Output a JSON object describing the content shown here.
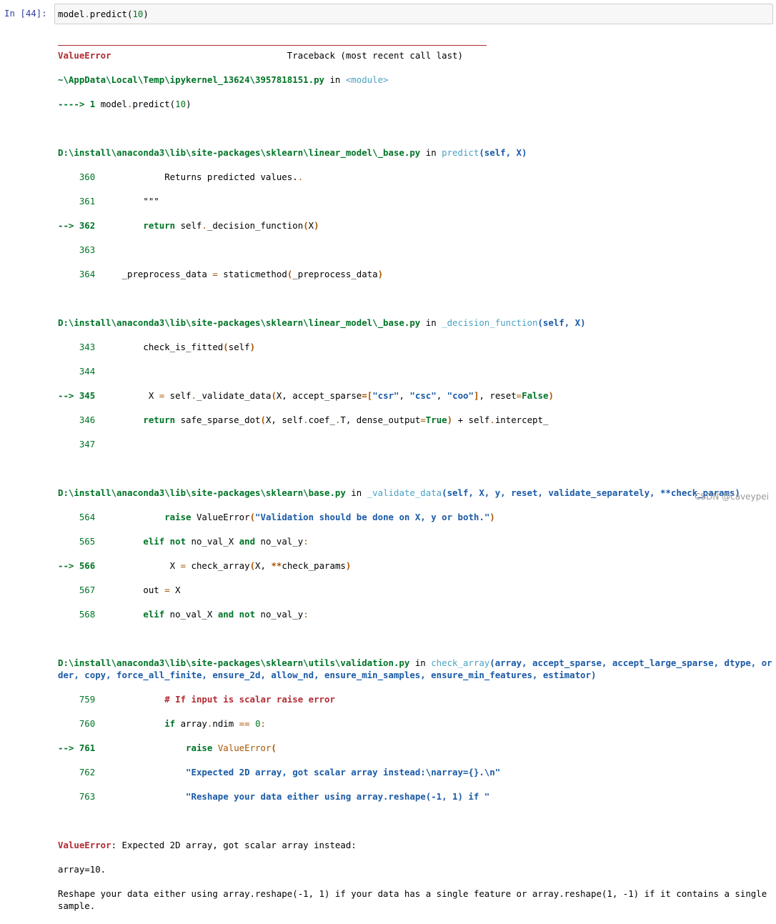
{
  "cell": {
    "prompt": "In  [44]:",
    "code_name": "model",
    "code_dot": ".",
    "code_call": "predict(",
    "code_arg": "10",
    "code_close": ")"
  },
  "traceback": {
    "error_name": "ValueError",
    "header_pad": "                                 ",
    "header_text": "Traceback (most recent call last)",
    "module_file": "~\\AppData\\Local\\Temp\\ipykernel_13624\\3957818151.py",
    "module_in": " in ",
    "module_fn": "<module>",
    "module_arrow": "----> 1 ",
    "module_code_a": "model",
    "module_code_b": ".",
    "module_code_c": "predict(",
    "module_code_d": "10",
    "module_code_e": ")",
    "frame1": {
      "file": "D:\\install\\anaconda3\\lib\\site-packages\\sklearn\\linear_model\\_base.py",
      "fn": "predict",
      "args": "(self, X)",
      "l360_no": "    360",
      "l360": "             Returns predicted values.",
      "l360_dot": ".",
      "l361_no": "    361",
      "l361": "         \"\"\"",
      "l362_arrow": "--> 362",
      "l362_kw": "return",
      "l362_rest_a": " self",
      "l362_rest_b": ".",
      "l362_rest_c": "_decision_function",
      "l362_rest_d": "(",
      "l362_rest_e": "X",
      "l362_rest_f": ")",
      "l363_no": "    363",
      "l364_no": "    364",
      "l364_a": "_preprocess_data ",
      "l364_b": "=",
      "l364_c": " staticmethod",
      "l364_d": "(",
      "l364_e": "_preprocess_data",
      "l364_f": ")"
    },
    "frame2": {
      "file": "D:\\install\\anaconda3\\lib\\site-packages\\sklearn\\linear_model\\_base.py",
      "fn": "_decision_function",
      "args": "(self, X)",
      "l343_no": "    343",
      "l343_a": "check_is_fitted",
      "l343_b": "(",
      "l343_c": "self",
      "l343_d": ")",
      "l344_no": "    344",
      "l345_arrow": "--> 345",
      "l345_a": "X ",
      "l345_b": "=",
      "l345_c": " self",
      "l345_d": ".",
      "l345_e": "_validate_data",
      "l345_f": "(",
      "l345_g": "X, accept_sparse",
      "l345_h": "=[",
      "l345_s1": "\"csr\"",
      "l345_c1": ", ",
      "l345_s2": "\"csc\"",
      "l345_c2": ", ",
      "l345_s3": "\"coo\"",
      "l345_i": "]",
      "l345_j": ", reset",
      "l345_k": "=",
      "l345_l": "False",
      "l345_m": ")",
      "l346_no": "    346",
      "l346_kw": "return",
      "l346_a": " safe_sparse_dot",
      "l346_b": "(",
      "l346_c": "X, self",
      "l346_d": ".",
      "l346_e": "coef_",
      "l346_f": ".",
      "l346_g": "T, dense_output",
      "l346_h": "=",
      "l346_i": "True",
      "l346_j": ")",
      "l346_k": " + ",
      "l346_l": "self",
      "l346_m": ".",
      "l346_n": "intercept_",
      "l347_no": "    347"
    },
    "frame3": {
      "file": "D:\\install\\anaconda3\\lib\\site-packages\\sklearn\\base.py",
      "fn": "_validate_data",
      "args": "(self, X, y, reset, validate_separately, **check_params)",
      "l564_no": "    564",
      "l564_kw": "raise",
      "l564_a": " ValueError",
      "l564_b": "(",
      "l564_s": "\"Validation should be done on X, y or both.\"",
      "l564_c": ")",
      "l565_no": "    565",
      "l565_kw1": "elif",
      "l565_kw2": " not",
      "l565_a": " no_val_X ",
      "l565_kw3": "and",
      "l565_b": " no_val_y",
      "l565_c": ":",
      "l566_arrow": "--> 566",
      "l566_a": "X ",
      "l566_b": "=",
      "l566_c": " check_array",
      "l566_d": "(",
      "l566_e": "X, ",
      "l566_f": "**",
      "l566_g": "check_params",
      "l566_h": ")",
      "l567_no": "    567",
      "l567_a": "out ",
      "l567_b": "=",
      "l567_c": " X",
      "l568_no": "    568",
      "l568_kw1": "elif",
      "l568_a": " no_val_X ",
      "l568_kw2": "and",
      "l568_kw3": " not",
      "l568_b": " no_val_y",
      "l568_c": ":"
    },
    "frame4": {
      "file": "D:\\install\\anaconda3\\lib\\site-packages\\sklearn\\utils\\validation.py",
      "fn": "check_array",
      "args": "(array, accept_sparse, accept_large_sparse, dtype, order, copy, force_all_finite, ensure_2d, allow_nd, ensure_min_samples, ensure_min_features, estimator)",
      "l759_no": "    759",
      "l759_c": "# If input is scalar raise error",
      "l760_no": "    760",
      "l760_kw": "if",
      "l760_a": " array",
      "l760_b": ".",
      "l760_c": "ndim ",
      "l760_d": "==",
      "l760_e": " ",
      "l760_f": "0",
      "l760_g": ":",
      "l761_arrow": "--> 761",
      "l761_kw": "raise",
      "l761_a": " ValueError",
      "l761_b": "(",
      "l762_no": "    762",
      "l762_s": "\"Expected 2D array, got scalar array instead:\\narray={}.\\n\"",
      "l763_no": "    763",
      "l763_s": "\"Reshape your data either using array.reshape(-1, 1) if \""
    },
    "final_error_name": "ValueError",
    "final_msg": ": Expected 2D array, got scalar array instead:",
    "final_line2": "array=10.",
    "final_line3": "Reshape your data either using array.reshape(-1, 1) if your data has a single feature or array.reshape(1, -1) if it contains a single sample."
  },
  "watermark": "CSDN @caveypei"
}
